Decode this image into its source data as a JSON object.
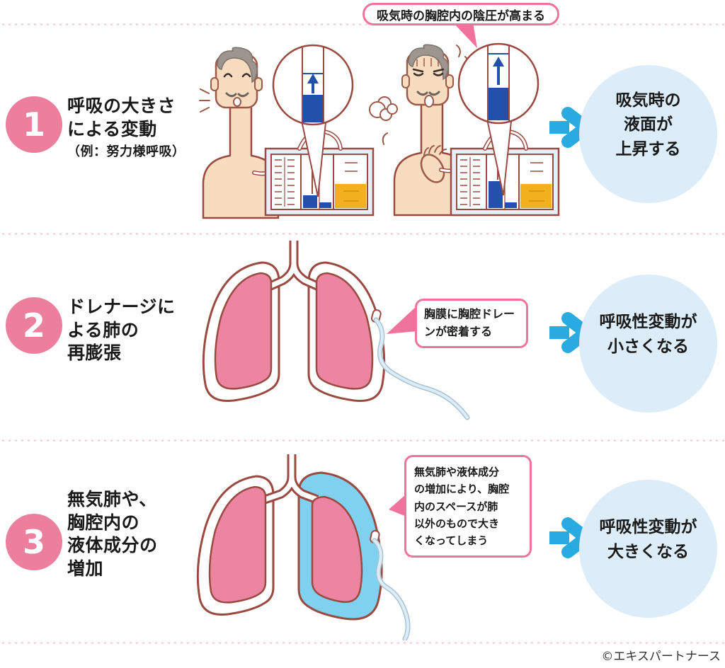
{
  "palette": {
    "badgePink": "#ec7f9e",
    "calloutPink": "#f0739e",
    "dotPink": "#f8c2d4",
    "arrowCyan": "#29abe2",
    "resultBg": "#dcecf8",
    "lungPink": "#ec85a2",
    "outline": "#9b4a42",
    "fluidBlue": "#7fd1f0",
    "sealBlue": "#2350a9",
    "collectYellow": "#f2b01e",
    "skin": "#f8dcc0",
    "skinLine": "#9b5a4a",
    "hair": "#9e958f",
    "boxBg": "#e7f0f8",
    "tubeFill": "#dcedf7",
    "tubeLine": "#a9c2d2",
    "text": "#1a1a1a"
  },
  "top_callout": "吸気時の胸腔内の陰圧が高まる",
  "sections": [
    {
      "number": "1",
      "title": "呼吸の大きさ\nによる変動",
      "subtitle": "（例：努力様呼吸）",
      "result": "吸気時の\n液面が\n上昇する"
    },
    {
      "number": "2",
      "title": "ドレナージに\nよる肺の\n再膨張",
      "callout": "胸膜に胸腔ドレー\nンが密着する",
      "result": "呼吸性変動が\n小さくなる"
    },
    {
      "number": "3",
      "title": "無気肺や、\n胸腔内の\n液体成分の\n増加",
      "callout": "無気肺や液体成分\nの増加により、胸腔\n内のスペースが肺\n以外のもので大き\nくなってしまう",
      "result": "呼吸性変動が\n大きくなる"
    }
  ],
  "footer": {
    "copyright": "©エキスパートナース"
  }
}
